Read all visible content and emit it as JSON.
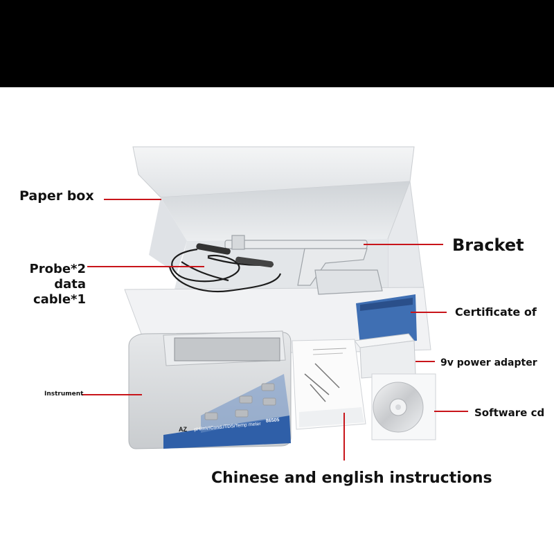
{
  "labels": {
    "paper_box": "Paper box",
    "bracket": "Bracket",
    "probe_line1": "Probe*2",
    "probe_line2": "data",
    "probe_line3": "cable*1",
    "certificate": "Certificate of",
    "power_adapter": "9v power adapter",
    "instrument": "Instrument",
    "software_cd": "Software cd",
    "instructions": "Chinese and english instructions"
  },
  "device": {
    "brand": "AZ",
    "model_text": "pH/mV/Cond./TDS/Temp meter",
    "model_no": "86505"
  },
  "colors": {
    "background": "#ffffff",
    "top_bar": "#000000",
    "leader_line": "#c8141a",
    "box_interior": "#e9ebee",
    "device_body": "#d9dcdf",
    "device_accent": "#2f5fa8",
    "certificate_blue": "#3f6fb3"
  }
}
